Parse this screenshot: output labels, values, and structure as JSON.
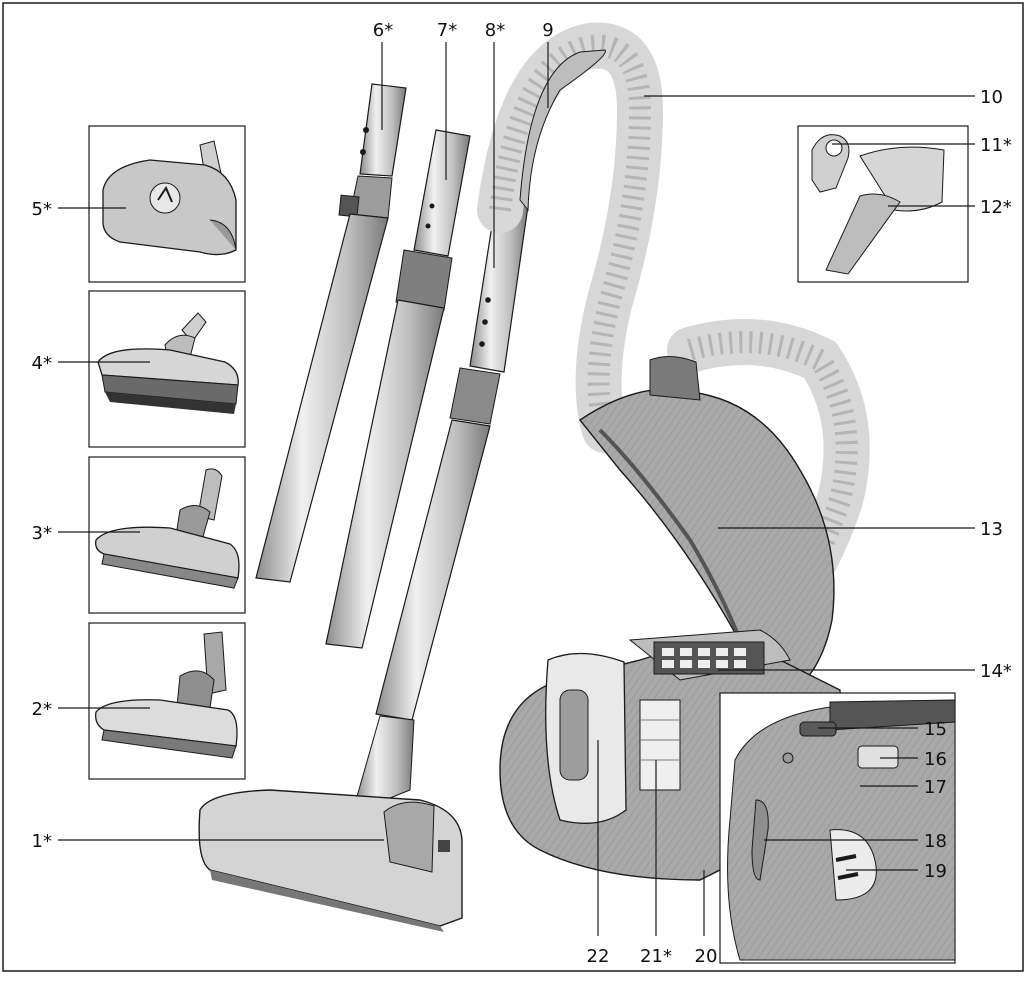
{
  "colors": {
    "ink": "#1a1a1a",
    "metal_light": "#e6e6e6",
    "metal_mid": "#bfbfbf",
    "metal_dark": "#8c8c8c",
    "body_gray": "#a9a9a9",
    "body_dark": "#6e6e6e",
    "hose_halo": "#cfcfcf"
  },
  "labels": {
    "l1": "1*",
    "l2": "2*",
    "l3": "3*",
    "l4": "4*",
    "l5": "5*",
    "l6": "6*",
    "l7": "7*",
    "l8": "8*",
    "l9": "9",
    "l10": "10",
    "l11": "11*",
    "l12": "12*",
    "l13": "13",
    "l14": "14*",
    "l15": "15",
    "l16": "16",
    "l17": "17",
    "l18": "18",
    "l19": "19",
    "l20": "20",
    "l21": "21*",
    "l22": "22"
  },
  "icons": {
    "nozzles": [
      "turbo-brush-icon",
      "parquet-brush-icon",
      "hard-floor-nozzle-icon",
      "combi-nozzle-icon",
      "floor-nozzle-icon"
    ],
    "tubes": [
      "telescopic-tube-icon",
      "two-piece-tube-icon",
      "handle-tube-icon"
    ],
    "accessories": [
      "accessory-holder-icon",
      "upholstery-nozzle-icon",
      "crevice-nozzle-icon"
    ],
    "appliance": [
      "vacuum-body-icon",
      "hose-icon",
      "lid-icon",
      "dust-bag-icon",
      "filter-icon"
    ]
  }
}
